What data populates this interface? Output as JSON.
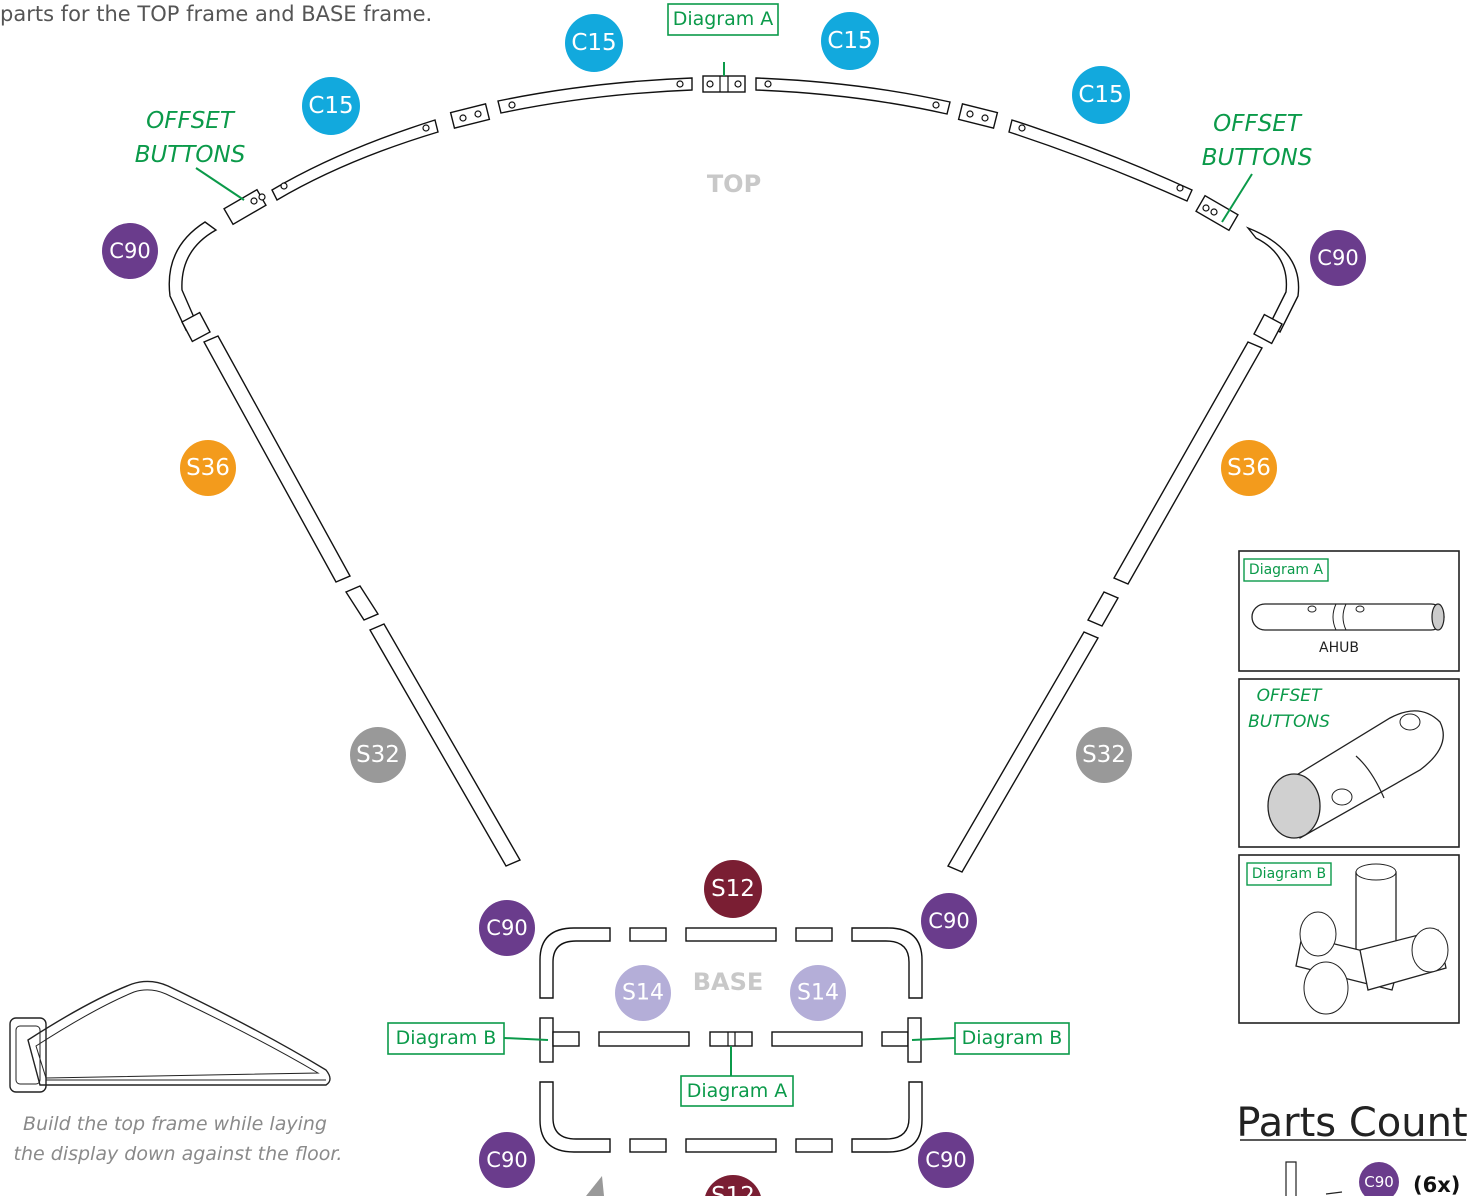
{
  "intro_text": "parts for the TOP frame and BASE frame.",
  "labels": {
    "top": "TOP",
    "base": "BASE",
    "offset_buttons_line1": "OFFSET",
    "offset_buttons_line2": "BUTTONS",
    "diagram_a": "Diagram A",
    "diagram_b": "Diagram B"
  },
  "badges": {
    "c15": "C15",
    "c90": "C90",
    "s36": "S36",
    "s32": "S32",
    "s12": "S12",
    "s14": "S14"
  },
  "colors": {
    "c15": "#12a9dd",
    "c90": "#6a3c8c",
    "s36": "#f39b1c",
    "s32": "#999999",
    "s12": "#7a1e33",
    "s14": "#b4aed8",
    "label_green": "#0b9a4a"
  },
  "inset_panels": {
    "diagram_a_title": "Diagram A",
    "diagram_a_part": "AHUB",
    "offset_title_line1": "OFFSET",
    "offset_title_line2": "BUTTONS",
    "diagram_b_title": "Diagram B"
  },
  "caption": {
    "line1": "Build the top frame while laying",
    "line2": "the display down against the floor."
  },
  "parts_count": {
    "heading": "Parts Count",
    "items": [
      {
        "badge": "C90",
        "qty": "(6x)"
      }
    ]
  }
}
